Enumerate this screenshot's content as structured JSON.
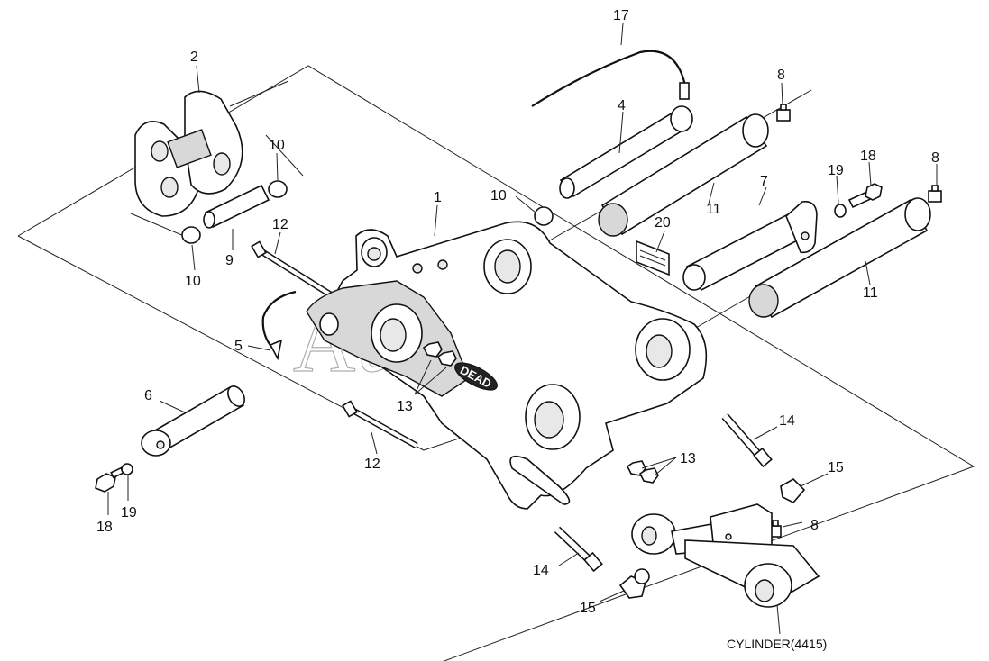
{
  "callouts": {
    "c1": "1",
    "c2": "2",
    "c4": "4",
    "c5": "5",
    "c6": "6",
    "c7": "7",
    "c8a": "8",
    "c8b": "8",
    "c8c": "8",
    "c9": "9",
    "c10a": "10",
    "c10b": "10",
    "c10c": "10",
    "c11a": "11",
    "c11b": "11",
    "c12a": "12",
    "c12b": "12",
    "c13a": "13",
    "c13b": "13",
    "c14a": "14",
    "c14b": "14",
    "c15a": "15",
    "c15b": "15",
    "c17": "17",
    "c18a": "18",
    "c18b": "18",
    "c19a": "19",
    "c19b": "19",
    "c20": "20"
  },
  "caption": "CYLINDER(4415)",
  "watermark": "AutoSoft",
  "logo_text": "DEAD"
}
